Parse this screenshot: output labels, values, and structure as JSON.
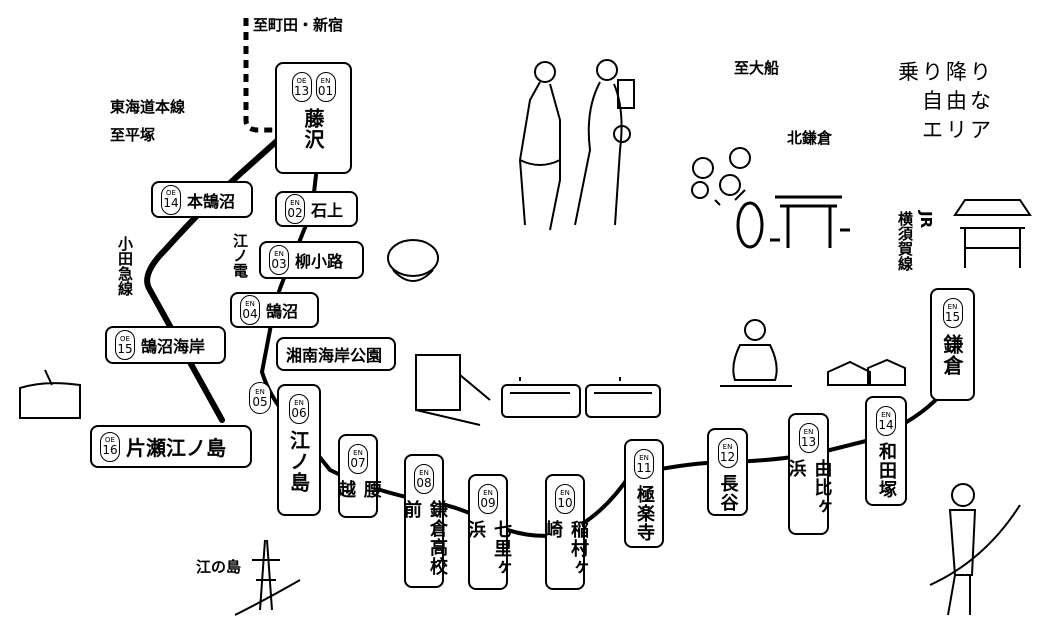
{
  "directions": {
    "machida_shinjuku": "至町田・新宿",
    "tokaido_line": "東海道本線",
    "to_hiratsuka": "至平塚",
    "to_ofuna": "至大船",
    "kita_kamakura": "北鎌倉",
    "enoshima_island": "江の島"
  },
  "lines": {
    "odakyu": "小田急線",
    "enoden": "江ノ電",
    "jr_yokosuka": "横須賀線",
    "jr": "JR"
  },
  "tagline": [
    "乗り降り",
    "自由な",
    "エリア"
  ],
  "stations": {
    "fujisawa": {
      "oe": "OE",
      "oe_num": "13",
      "en": "EN",
      "en_num": "01",
      "name": "藤沢"
    },
    "ishigami": {
      "prefix": "EN",
      "num": "02",
      "name": "石上"
    },
    "yanagikoji": {
      "prefix": "EN",
      "num": "03",
      "name": "柳小路"
    },
    "kugenuma": {
      "prefix": "EN",
      "num": "04",
      "name": "鵠沼"
    },
    "shonan_kaigan_koen": {
      "prefix": "EN",
      "num": "05",
      "name": "湘南海岸公園"
    },
    "enoshima": {
      "prefix": "EN",
      "num": "06",
      "name": "江ノ島"
    },
    "koshigoe": {
      "prefix": "EN",
      "num": "07",
      "name": "腰越"
    },
    "kamakura_koko_mae": {
      "prefix": "EN",
      "num": "08",
      "name": "鎌倉高校前"
    },
    "shichirigahama": {
      "prefix": "EN",
      "num": "09",
      "name": "七里ヶ浜"
    },
    "inamuragasaki": {
      "prefix": "EN",
      "num": "10",
      "name": "稲村ヶ崎"
    },
    "gokurakuji": {
      "prefix": "EN",
      "num": "11",
      "name": "極楽寺"
    },
    "hase": {
      "prefix": "EN",
      "num": "12",
      "name": "長谷"
    },
    "yuigahama": {
      "prefix": "EN",
      "num": "13",
      "name": "由比ヶ浜"
    },
    "wadazuka": {
      "prefix": "EN",
      "num": "14",
      "name": "和田塚"
    },
    "kamakura": {
      "prefix": "EN",
      "num": "15",
      "name": "鎌倉"
    },
    "hon_kugenuma": {
      "prefix": "OE",
      "num": "14",
      "name": "本鵠沼"
    },
    "kugenuma_kaigan": {
      "prefix": "OE",
      "num": "15",
      "name": "鵠沼海岸"
    },
    "katase_enoshima": {
      "prefix": "OE",
      "num": "16",
      "name": "片瀬江ノ島"
    }
  }
}
